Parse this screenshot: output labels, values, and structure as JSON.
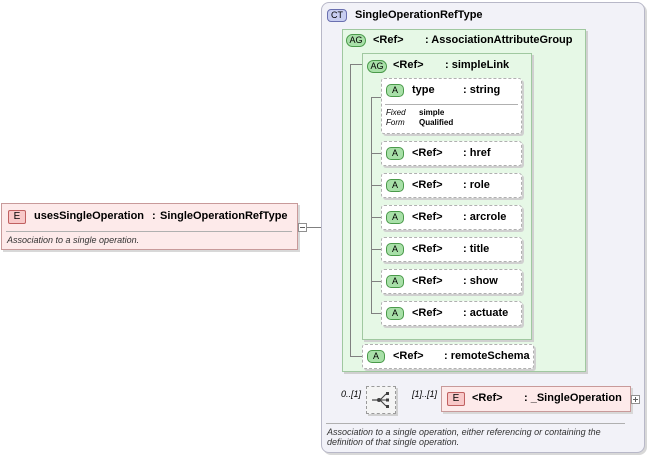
{
  "element": {
    "badge": "E",
    "name": "usesSingleOperation",
    "sep": ":",
    "type": "SingleOperationRefType",
    "doc": "Association to a single operation."
  },
  "complex_type": {
    "badge": "CT",
    "name": "SingleOperationRefType",
    "doc": "Association to a single operation, either referencing or containing the definition of that single operation."
  },
  "attr_group_outer": {
    "badge": "AG",
    "ref": "<Ref>",
    "name": ": AssociationAttributeGroup"
  },
  "attr_group_inner": {
    "badge": "AG",
    "ref": "<Ref>",
    "name": ": simpleLink"
  },
  "type_attr": {
    "badge": "A",
    "name": "type",
    "type": ": string",
    "fixed_label": "Fixed",
    "fixed_value": "simple",
    "form_label": "Form",
    "form_value": "Qualified"
  },
  "attributes": [
    {
      "badge": "A",
      "ref": "<Ref>",
      "name": ": href"
    },
    {
      "badge": "A",
      "ref": "<Ref>",
      "name": ": role"
    },
    {
      "badge": "A",
      "ref": "<Ref>",
      "name": ": arcrole"
    },
    {
      "badge": "A",
      "ref": "<Ref>",
      "name": ": title"
    },
    {
      "badge": "A",
      "ref": "<Ref>",
      "name": ": show"
    },
    {
      "badge": "A",
      "ref": "<Ref>",
      "name": ": actuate"
    }
  ],
  "remote_schema": {
    "badge": "A",
    "ref": "<Ref>",
    "name": ": remoteSchema"
  },
  "choice": {
    "min_label": "0..[1]",
    "max_label": "[1]..[1]"
  },
  "single_op": {
    "badge": "E",
    "ref": "<Ref>",
    "name": ": _SingleOperation"
  }
}
